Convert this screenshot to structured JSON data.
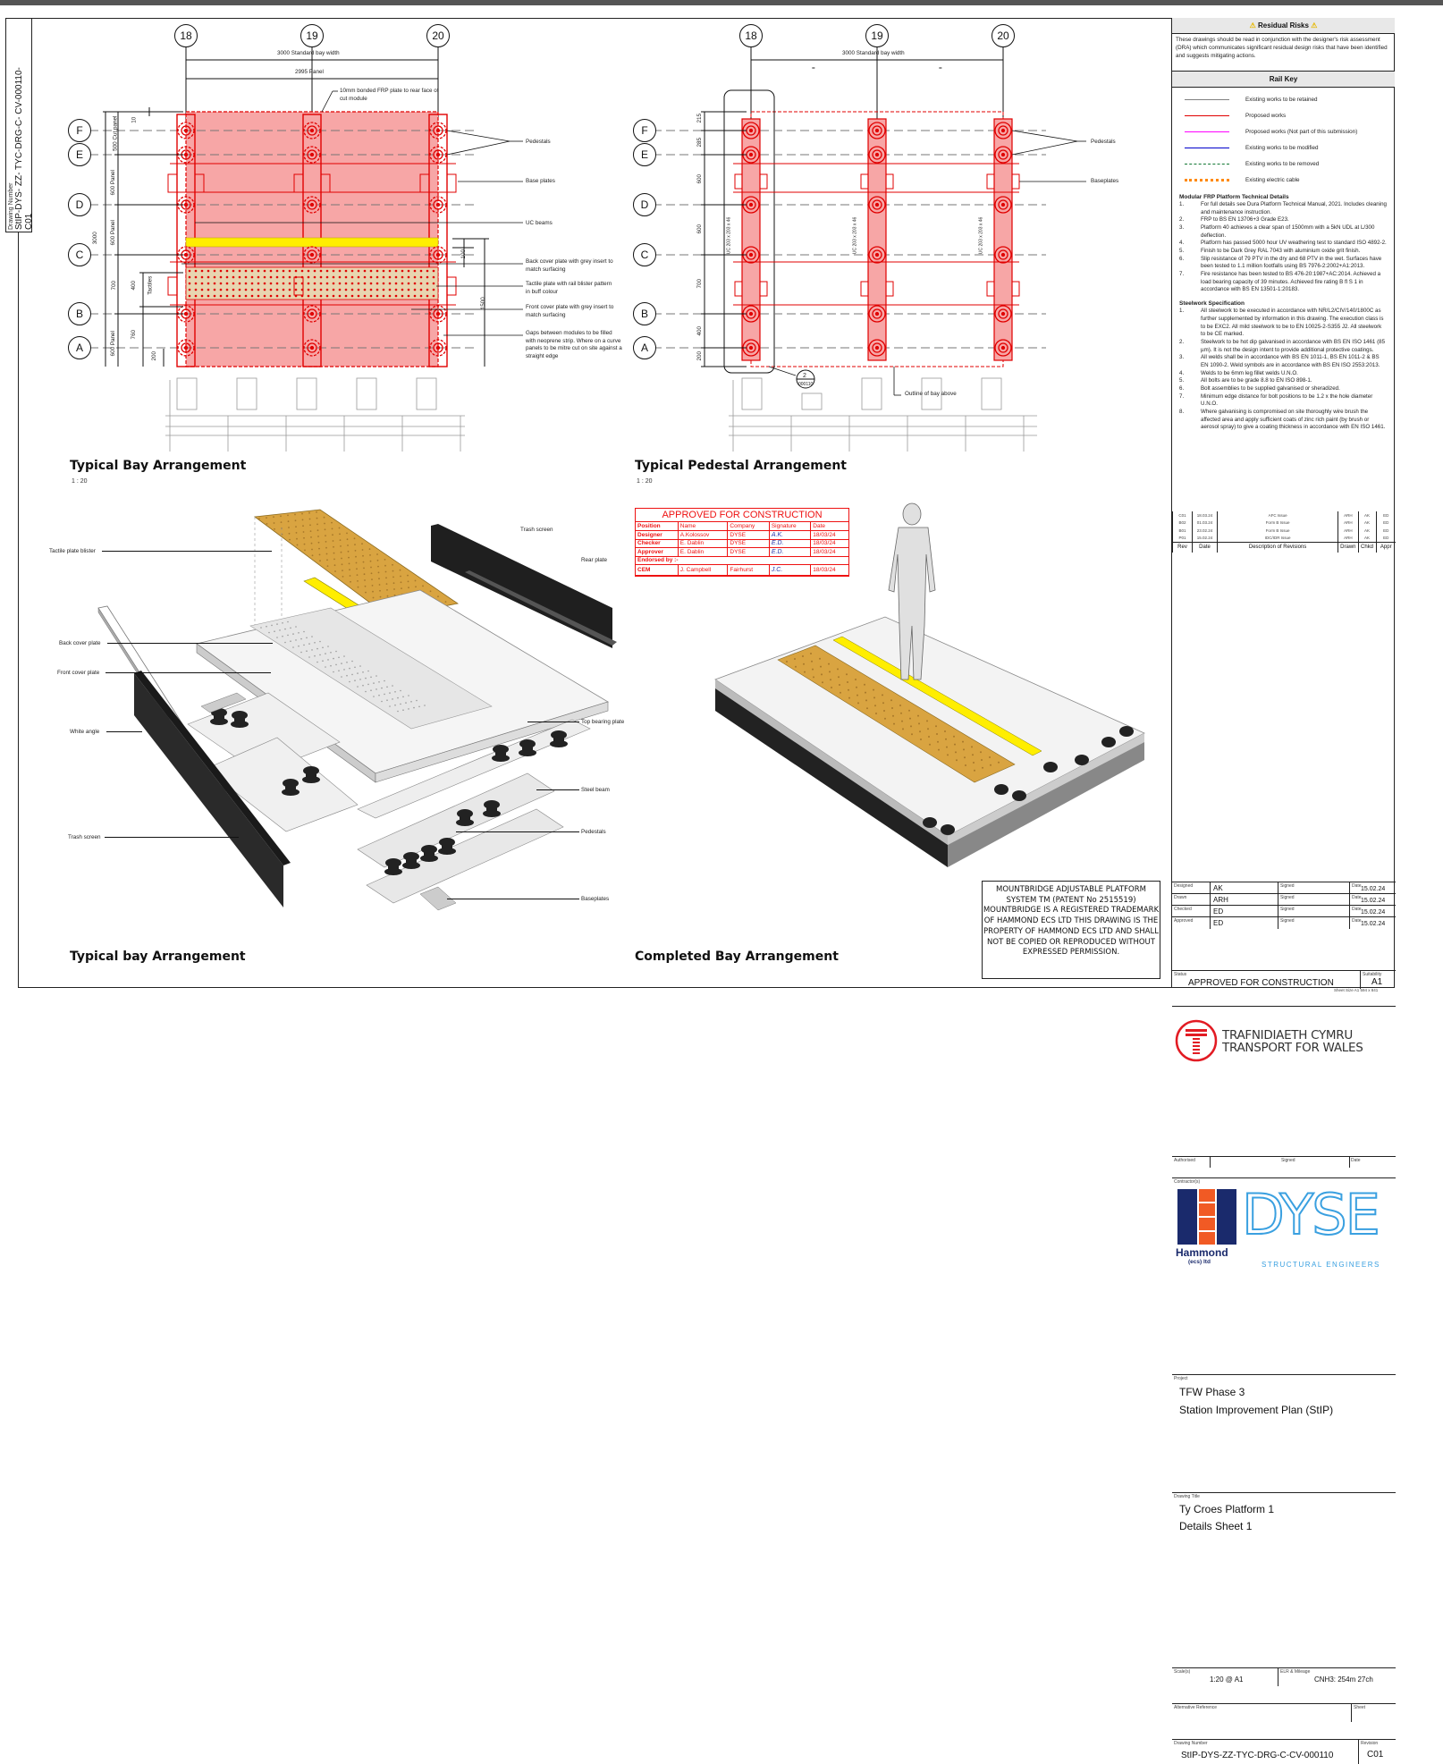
{
  "sidebar_strip": {
    "label": "Drawing Number",
    "number": "StIP-DYS- ZZ- TYC-DRG-C- CV-000110-",
    "revision": "C01"
  },
  "bay_plan": {
    "title": "Typical Bay Arrangement",
    "scale": "1 : 20",
    "grid_columns": [
      "18",
      "19",
      "20"
    ],
    "grid_rows": [
      "F",
      "E",
      "D",
      "C",
      "B",
      "A"
    ],
    "dim_bay_width": "3000 Standard bay width",
    "dim_panel": "2995 Panel",
    "dims_left": [
      "10",
      "500 Cut panel",
      "600 Panel",
      "600 Panel",
      "700",
      "600 Panel",
      "3000",
      "400",
      "Tactiles",
      "760",
      "200"
    ],
    "dims_right": [
      "100",
      "1500"
    ],
    "notes": [
      "10mm bonded FRP plate to rear face of cut module",
      "Pedestals",
      "Base plates",
      "UC beams",
      "Back cover plate with grey insert to match surfacing",
      "Tactile plate with rail blister pattern in buff colour",
      "Front cover plate with grey insert to match surfacing",
      "Gaps between modules to be filled with neoprene strip. Where on a curve panels to be mitre cut on site against a straight edge"
    ]
  },
  "pedestal_plan": {
    "title": "Typical Pedestal Arrangement",
    "scale": "1 : 20",
    "grid_columns": [
      "18",
      "19",
      "20"
    ],
    "grid_rows": [
      "F",
      "E",
      "D",
      "C",
      "B",
      "A"
    ],
    "dim_bay_width": "3000 Standard bay width",
    "dim_equal": "=",
    "dims_left": [
      "215",
      "285",
      "600",
      "600",
      "700",
      "400",
      "200"
    ],
    "beam_label": "UC 203 x 203 x 46",
    "section_ref": "2",
    "section_sheet": "000110",
    "notes": [
      "Pedestals",
      "Baseplates",
      "Outline of bay above"
    ]
  },
  "exploded_view": {
    "title": "Typical bay Arrangement",
    "labels": [
      "Tactile plate blister",
      "Back cover plate",
      "Front cover plate",
      "White angle",
      "Trash screen",
      "Trash screen",
      "Rear plate",
      "Top bearing plate",
      "Steel beam",
      "Pedestals",
      "Baseplates"
    ]
  },
  "completed_view": {
    "title": "Completed Bay Arrangement"
  },
  "approval_stamp": {
    "title": "APPROVED FOR CONSTRUCTION",
    "headers": [
      "Position",
      "Name",
      "Company",
      "Signature",
      "Date"
    ],
    "rows": [
      {
        "position": "Designer",
        "name": "A.Kolossov",
        "company": "DYSE",
        "signature": "A.K.",
        "date": "18/03/24"
      },
      {
        "position": "Checker",
        "name": "E. Dablin",
        "company": "DYSE",
        "signature": "E.D.",
        "date": "18/03/24"
      },
      {
        "position": "Approver",
        "name": "E. Dablin",
        "company": "DYSE",
        "signature": "E.D.",
        "date": "18/03/24"
      }
    ],
    "endorsed_label": "Endorsed by :-",
    "cem": {
      "position": "CEM",
      "name": "J. Campbell",
      "company": "Fairhurst",
      "signature": "J.C.",
      "date": "18/03/24"
    }
  },
  "mountbridge_notice": "MOUNTBRIDGE ADJUSTABLE PLATFORM SYSTEM TM (PATENT No 2515519) MOUNTBRIDGE IS A REGISTERED TRADEMARK OF HAMMOND ECS LTD THIS DRAWING IS THE PROPERTY OF HAMMOND ECS LTD AND SHALL NOT BE COPIED OR REPRODUCED WITHOUT EXPRESSED PERMISSION.",
  "title_block": {
    "residual_risks": {
      "title": "Residual Risks",
      "text": "These drawings should be read in conjunction with the designer's risk assessment (DRA) which communicates significant residual design risks that have been identified and suggests mitigating actions."
    },
    "rail_key": {
      "title": "Rail Key",
      "items": [
        {
          "label": "Existing works to be retained",
          "color": "#808080",
          "style": "solid"
        },
        {
          "label": "Proposed works",
          "color": "#e00000",
          "style": "solid"
        },
        {
          "label": "Proposed works (Not part of this submission)",
          "color": "#ff00ff",
          "style": "solid"
        },
        {
          "label": "Existing works to be modified",
          "color": "#0000cc",
          "style": "solid"
        },
        {
          "label": "Existing works to be removed",
          "color": "#117733",
          "style": "dashed"
        },
        {
          "label": "Existing electric cable",
          "color": "#ff8800",
          "style": "dotted"
        }
      ]
    },
    "frp_details": {
      "title": "Modular FRP Platform Technical Details",
      "items": [
        "For full details see Dura Platform Technical Manual, 2021. Includes cleaning and maintenance instruction.",
        "FRP to BS EN 13706+3 Grade E23.",
        "Platform 40 achieves a clear span of 1500mm with a 5kN UDL at L/300 deflection.",
        "Platform has passed 5000 hour UV weathering test to standard ISO 4892-2.",
        "Finish to be Dark Grey RAL 7043 with aluminium oxide grit finish.",
        "Slip resistance of 79 PTV in the dry and 68 PTV in the wet. Surfaces have been tested to 1.1 million footfalls using BS 7976-2:2002+A1:2013.",
        "Fire resistance has been tested to BS 476-20:1987+AC:2014. Achieved a load bearing capacity of 39 minutes. Achieved fire rating B fl S 1 in accordance with BS EN 13501-1:20183."
      ]
    },
    "steelwork": {
      "title": "Steelwork Specification",
      "items": [
        "All steelwork to be executed in accordance with NR/L2/CIV/140/1800C as further supplemented by information in this drawing. The execution class is to be EXC2. All mild steelwork to be to EN 10025-2-S355 J2. All steelwork to be CE marked.",
        "Steelwork to be hot dip galvanised in accordance with BS EN ISO 1461 (85 µm). It is not the design intent to provide additional protective coatings.",
        "All welds shall be in accordance with BS EN 1011-1, BS EN 1011-2 & BS EN 1090-2. Weld symbols are in accordance with BS EN ISO 2553:2013.",
        "Welds to be 6mm leg fillet welds U.N.O.",
        "All bolts are to be grade 8.8 to EN ISO 898-1.",
        "Bolt assemblies to be supplied galvanised or sheradized.",
        "Minimum edge distance for bolt positions to be 1.2 x the hole diameter U.N.O.",
        "Where galvanising is compromised on site thoroughly wire brush the affected area and apply sufficient coats of zinc rich paint (by brush or aerosol spray) to give a coating thickness in accordance with EN ISO 1461."
      ]
    },
    "revisions": {
      "headers": [
        "Rev",
        "Date",
        "Description of Revisions",
        "Drawn",
        "Chkd",
        "Appr"
      ],
      "rows": [
        [
          "C01",
          "18.03.24",
          "AFC Issue",
          "ARH",
          "AK",
          "ED"
        ],
        [
          "B02",
          "01.03.24",
          "Form B Issue",
          "ARH",
          "AK",
          "ED"
        ],
        [
          "B01",
          "23.02.24",
          "Form B Issue",
          "ARH",
          "AK",
          "ED"
        ],
        [
          "P01",
          "15.02.24",
          "IDC/IDR Issue",
          "ARH",
          "AK",
          "ED"
        ]
      ]
    },
    "status_label": "Status",
    "status": "APPROVED FOR CONSTRUCTION",
    "suitability_label": "Suitability",
    "suitability": "A1",
    "client_name_cy": "TRAFNIDIAETH CYMRU",
    "client_name_en": "TRANSPORT FOR WALES",
    "authorised_label": "Authorised",
    "signed_label": "Signed",
    "date_label": "Date",
    "contractors_label": "Contractor(s)",
    "contractor_1": "Hammond",
    "contractor_1_sub": "(ecs) ltd",
    "contractor_2": "DYSE",
    "contractor_2_sub": "STRUCTURAL ENGINEERS",
    "project_label": "Project",
    "project_line1": "TFW Phase 3",
    "project_line2": "Station Improvement Plan (StIP)",
    "drawing_title_label": "Drawing Title",
    "drawing_title_line1": "Ty Croes Platform 1",
    "drawing_title_line2": "Details Sheet 1",
    "people": [
      {
        "role": "Designed",
        "name": "AK",
        "date": "15.02.24"
      },
      {
        "role": "Drawn",
        "name": "ARH",
        "date": "15.02.24"
      },
      {
        "role": "Checked",
        "name": "ED",
        "date": "15.02.24"
      },
      {
        "role": "Approved",
        "name": "ED",
        "date": "15.02.24"
      }
    ],
    "scale_label": "Scale(s)",
    "scale": "1:20 @ A1",
    "elr_label": "ELR & Mileage",
    "elr": "CNH3: 254m 27ch",
    "alt_ref_label": "Alternative Reference",
    "sheet_label": "Sheet",
    "drawing_number_label": "Drawing Number",
    "drawing_number": "StIP-DYS-ZZ-TYC-DRG-C-CV-000110",
    "revision_label": "Revision",
    "revision": "C01",
    "sheet_size": "Sheet Size A1 594 x 841"
  },
  "colors": {
    "proposed": "#e00000",
    "bay_fill": "#f7a6a6",
    "tactile": "#d9a441",
    "yellow_line": "#ffee00",
    "tfw_red": "#e21b23",
    "hammond_navy": "#1a2a6c",
    "hammond_orange": "#f15a24",
    "dyse_blue": "#3aa0e0"
  }
}
